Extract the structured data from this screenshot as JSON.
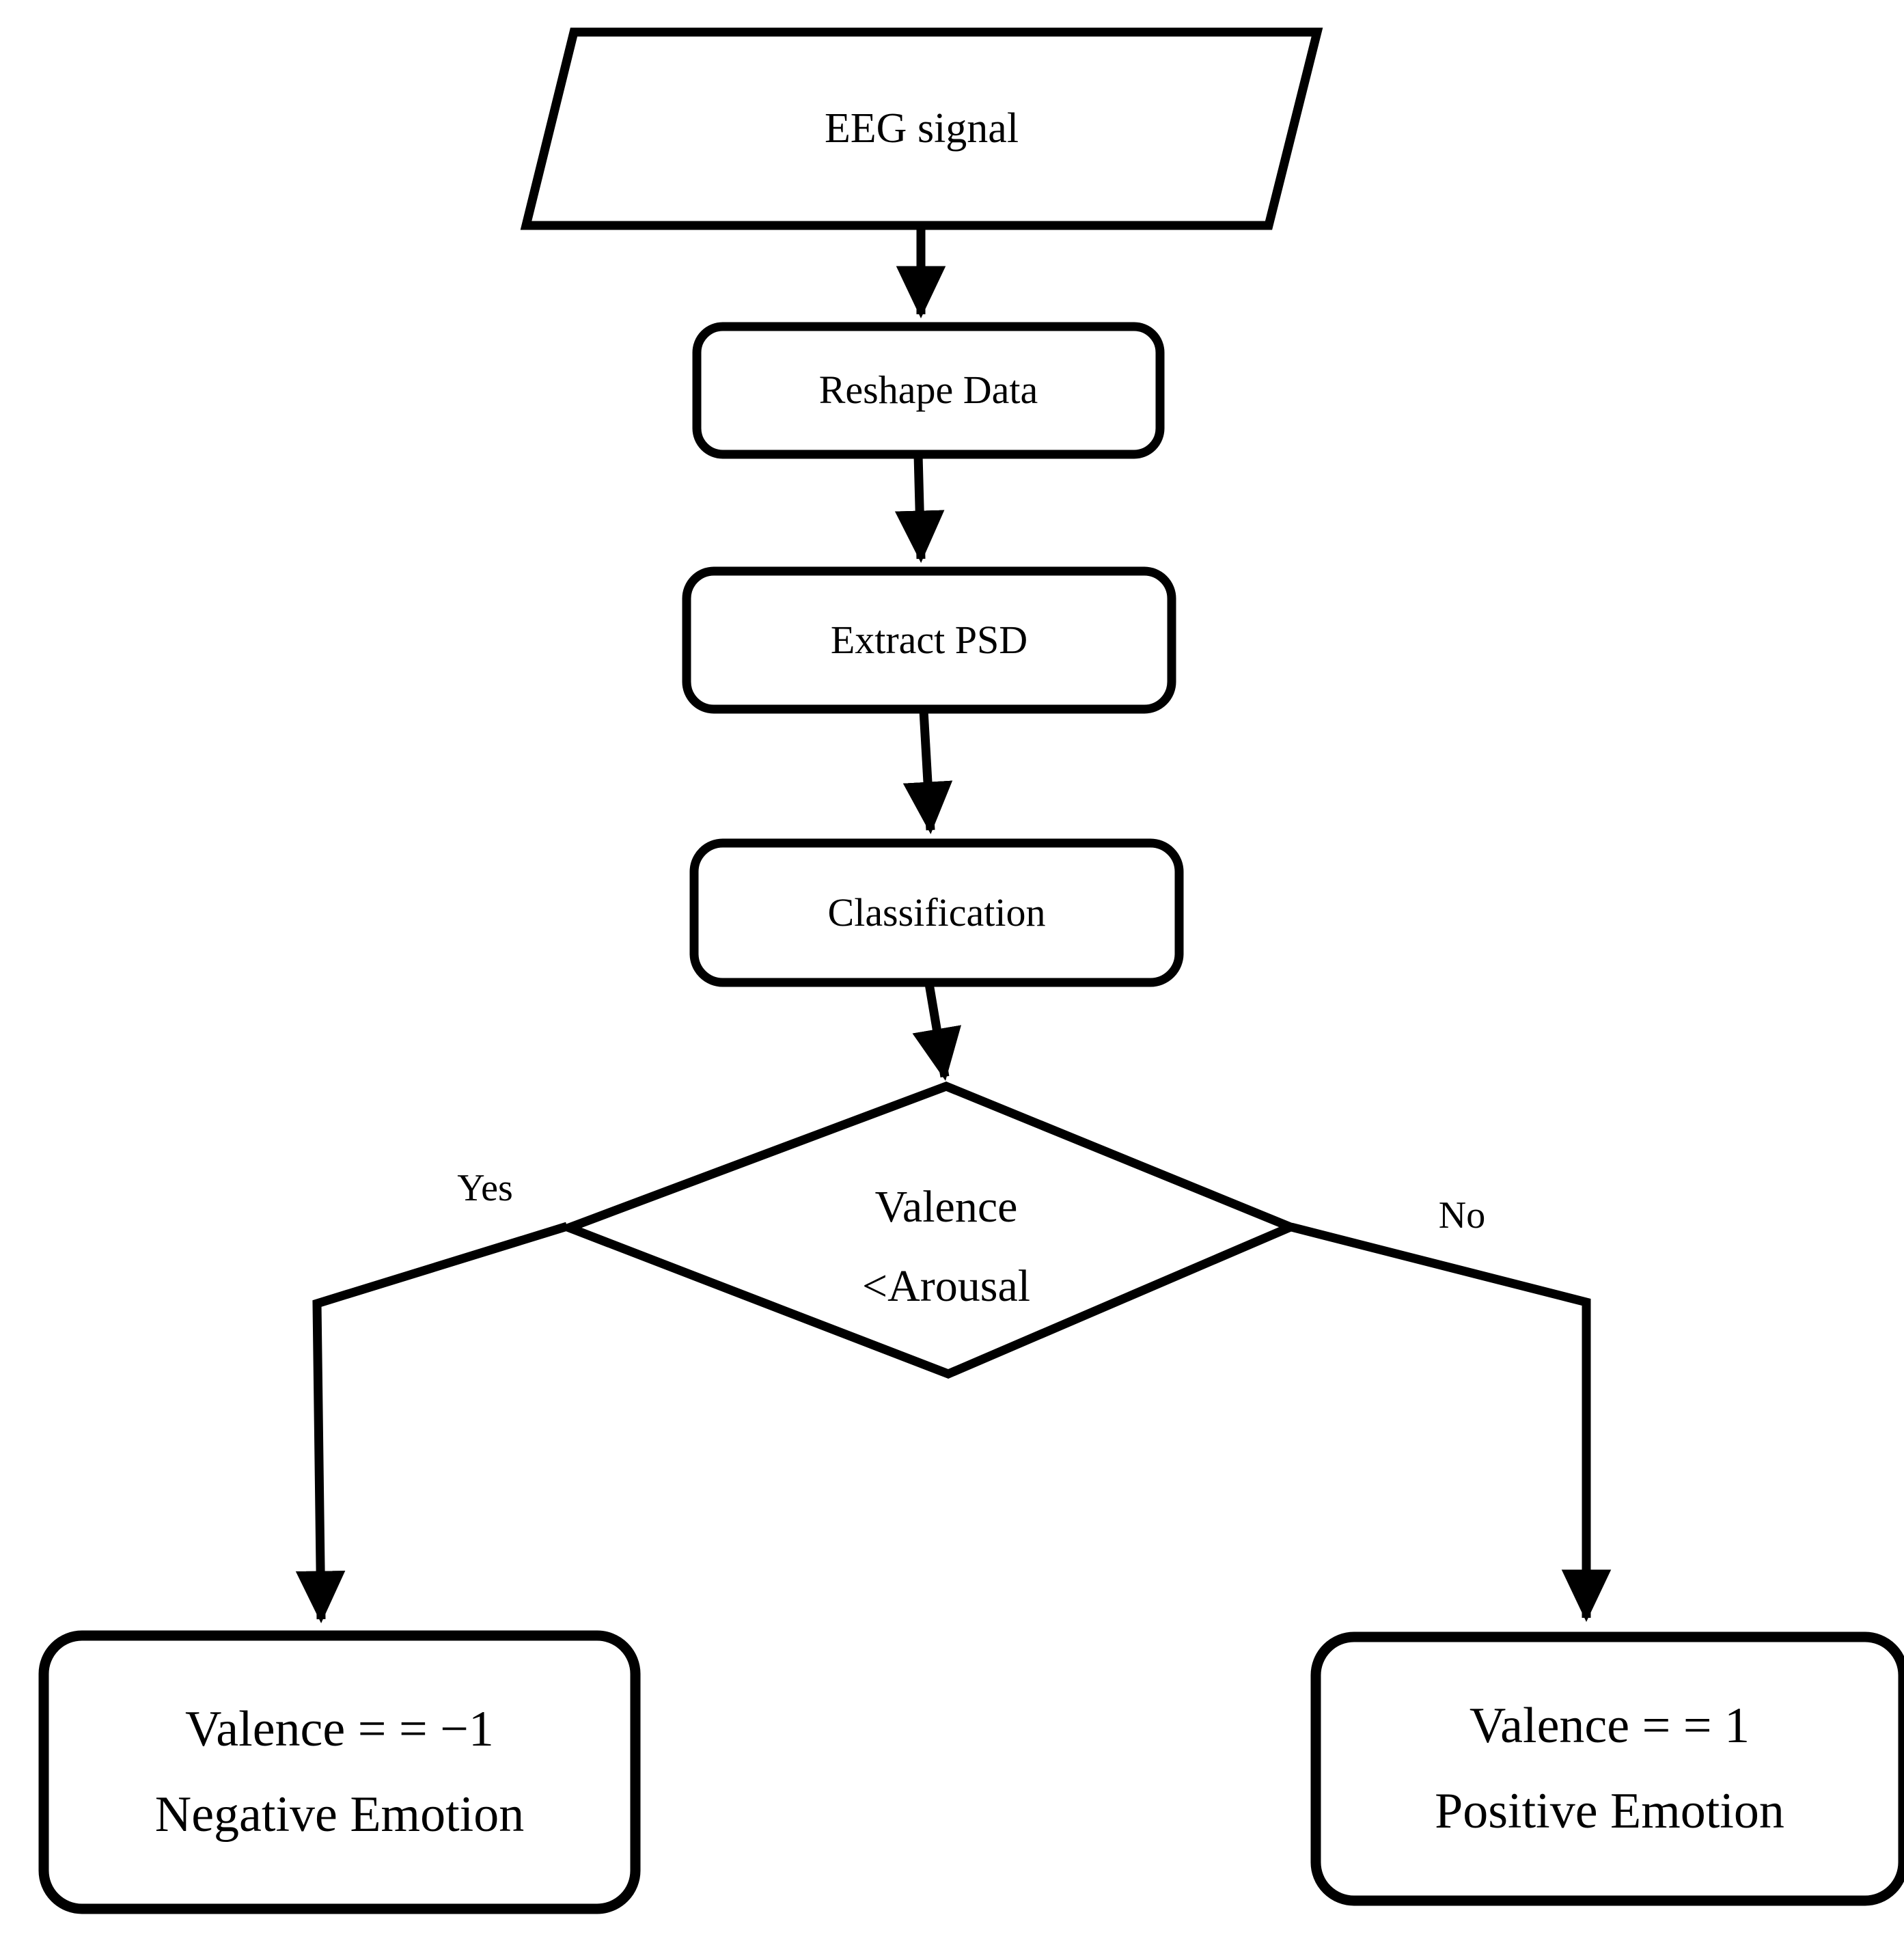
{
  "diagram": {
    "title": "EEG emotion classification flowchart",
    "stroke_color": "#000000",
    "fill_color": "#ffffff",
    "background": "#ffffff"
  },
  "nodes": {
    "input": {
      "shape": "parallelogram",
      "label": "EEG signal"
    },
    "reshape": {
      "shape": "rounded-rect",
      "label": "Reshape Data"
    },
    "extract": {
      "shape": "rounded-rect",
      "label": "Extract PSD"
    },
    "classification": {
      "shape": "rounded-rect",
      "label": "Classification"
    },
    "decision": {
      "shape": "diamond",
      "label_line1": "Valence",
      "label_line2": "<Arousal"
    },
    "negative": {
      "shape": "rounded-rect",
      "label_line1": "Valence = = −1",
      "label_line2": "Negative Emotion"
    },
    "positive": {
      "shape": "rounded-rect",
      "label_line1": "Valence = = 1",
      "label_line2": "Positive Emotion"
    }
  },
  "branches": {
    "yes_label": "Yes",
    "no_label": "No"
  },
  "edges": [
    {
      "from": "input",
      "to": "reshape",
      "label": ""
    },
    {
      "from": "reshape",
      "to": "extract",
      "label": ""
    },
    {
      "from": "extract",
      "to": "classification",
      "label": ""
    },
    {
      "from": "classification",
      "to": "decision",
      "label": ""
    },
    {
      "from": "decision",
      "to": "negative",
      "label": "Yes"
    },
    {
      "from": "decision",
      "to": "positive",
      "label": "No"
    }
  ]
}
